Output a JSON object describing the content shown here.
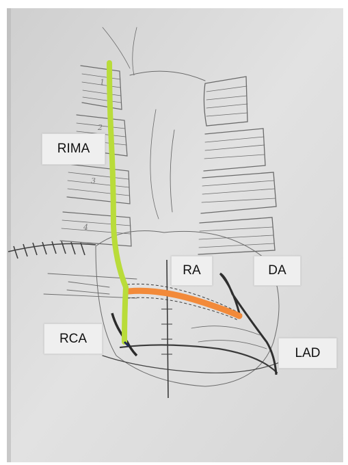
{
  "labels": {
    "rima": "RIMA",
    "ra": "RA",
    "da": "DA",
    "rca": "RCA",
    "lad": "LAD"
  },
  "sketch_numbers": {
    "n1": "1",
    "n2": "2",
    "n3": "3",
    "n4": "4"
  },
  "colors": {
    "rima_graft": "#b9dc3a",
    "ra_graft": "#f28a3a",
    "pencil": "#555555",
    "paper": "#dcdcdc",
    "background": "#ffffff",
    "label_fill": "#efefef"
  }
}
